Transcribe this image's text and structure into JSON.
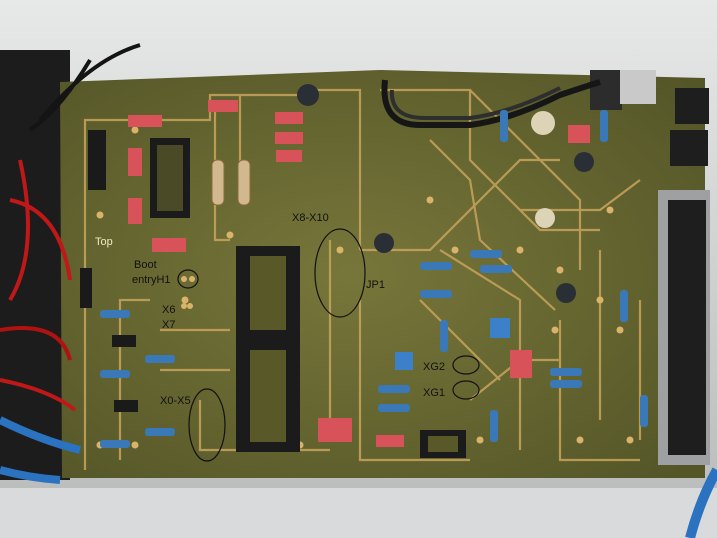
{
  "labels": {
    "top": "Top",
    "boot": "Boot",
    "entry_h1": "entryH1",
    "x6": "X6",
    "x7": "X7",
    "x8_x10": "X8-X10",
    "jp1": "JP1",
    "x0_x5": "X0-X5",
    "xg2": "XG2",
    "xg1": "XG1"
  },
  "colors": {
    "board": "#6b6a2c",
    "trace": "#c9a55c",
    "pad": "#d9b36a",
    "resistor_blue": "#3b78b8",
    "capacitor_red": "#d8525a",
    "ic_black": "#1b1b1b",
    "enclosure": "#bfc0c0"
  }
}
